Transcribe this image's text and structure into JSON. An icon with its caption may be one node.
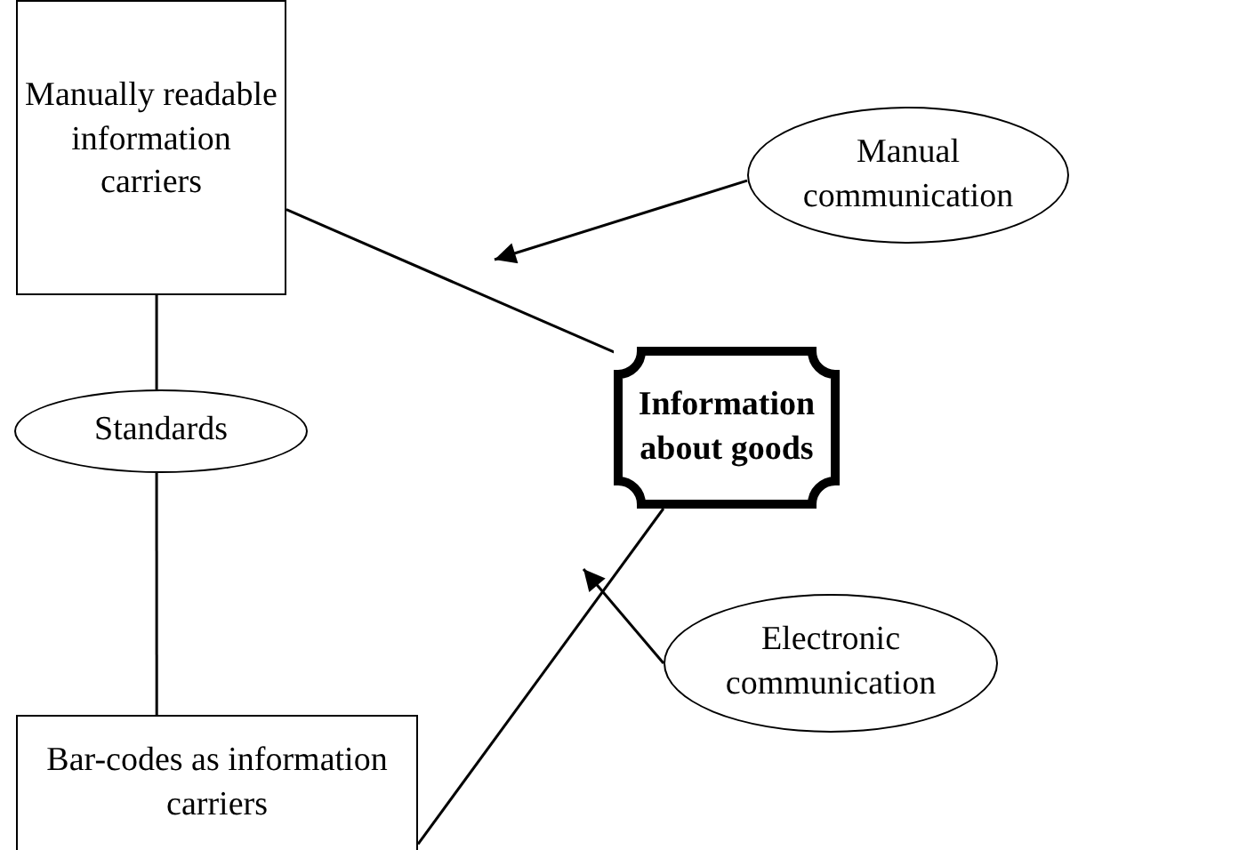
{
  "diagram": {
    "nodes": [
      {
        "text": [
          "Manually readable information carriers"
        ]
      },
      {
        "text": [
          "Manual communication"
        ]
      },
      {
        "text": [
          "Standards"
        ]
      },
      {
        "text": [
          "Information about goods"
        ]
      },
      {
        "text": [
          "Bar-codes as information carriers"
        ]
      },
      {
        "text": [
          "Electronic communication"
        ]
      }
    ],
    "edges": [
      {
        "from": 0,
        "to": 3,
        "arrow": "none"
      },
      {
        "from": 1,
        "to": null,
        "arrow": "to"
      },
      {
        "from": 0,
        "to": 2,
        "arrow": "none"
      },
      {
        "from": 2,
        "to": 4,
        "arrow": "none"
      },
      {
        "from": 4,
        "to": 3,
        "arrow": "none"
      },
      {
        "from": 5,
        "to": null,
        "arrow": "to"
      }
    ]
  }
}
